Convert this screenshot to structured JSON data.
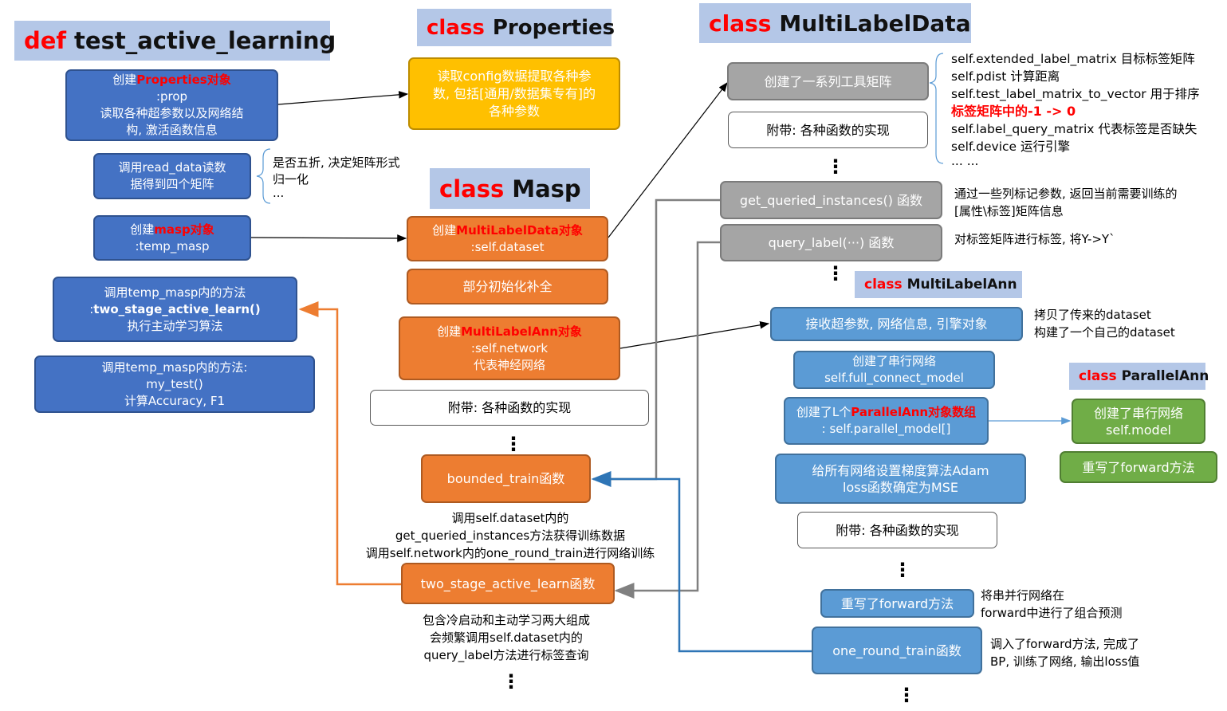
{
  "headers": {
    "test": {
      "kw": "def",
      "name": "test_active_learning"
    },
    "properties": {
      "kw": "class",
      "name": "Properties"
    },
    "masp": {
      "kw": "class",
      "name": "Masp"
    },
    "multilabeldata": {
      "kw": "class",
      "name": "MultiLabelData"
    },
    "multilabelann": {
      "kw": "class",
      "name": "MultiLabelAnn"
    },
    "parallelann": {
      "kw": "class",
      "name": "ParallelAnn"
    }
  },
  "left": {
    "create_prop": {
      "pre": "创建",
      "red": "Properties对象",
      "l2": ":prop",
      "l3": "读取各种超参数以及网络结",
      "l4": "构, 激活函数信息"
    },
    "read_data": {
      "l1": "调用read_data读数",
      "l2": "据得到四个矩阵"
    },
    "read_note": {
      "l1": "是否五折, 决定矩阵形式",
      "l2": "归一化",
      "l3": "..."
    },
    "create_masp": {
      "pre": "创建",
      "red": "masp对象",
      "l2": ":temp_masp"
    },
    "call_two_stage": {
      "l1": "调用temp_masp内的方法",
      "l2a": ":",
      "l2b": "two_stage_active_learn()",
      "l3": "执行主动学习算法"
    },
    "call_test": {
      "l1": "调用temp_masp内的方法:",
      "l2": "my_test()",
      "l3": "计算Accuracy, F1"
    }
  },
  "properties_box": {
    "l1": "读取config数据提取各种参",
    "l2": "数, 包括[通用/数据集专有]的",
    "l3": "各种参数"
  },
  "masp": {
    "create_mld": {
      "pre": "创建",
      "red": "MultiLabelData对象",
      "l2": ":self.dataset"
    },
    "partial_init": "部分初始化补全",
    "create_mla": {
      "pre": "创建",
      "red": "MultiLabelAnn对象",
      "l2": ":self.network",
      "l3": "代表神经网络"
    },
    "attach": "附带: 各种函数的实现",
    "dots1": "⋮",
    "bounded": "bounded_train函数",
    "bounded_note": {
      "l1": "调用self.dataset内的",
      "l2": "get_queried_instances方法获得训练数据",
      "l3": "调用self.network内的one_round_train进行网络训练"
    },
    "two_stage": "two_stage_active_learn函数",
    "two_stage_note": {
      "l1": "包含冷启动和主动学习两大组成",
      "l2": "会频繁调用self.dataset内的",
      "l3": "query_label方法进行标签查询"
    },
    "dots2": "⋮"
  },
  "mld": {
    "tools": "创建了一系列工具矩阵",
    "attach": "附带: 各种函数的实现",
    "dots1": "⋮",
    "get_queried": "get_queried_instances() 函数",
    "query_label": "query_label(···) 函数",
    "dots2": "⋮",
    "tools_note": {
      "l1": "self.extended_label_matrix 目标标签矩阵",
      "l2": "self.pdist 计算距离",
      "l3": "self.test_label_matrix_to_vector 用于排序",
      "l4": "标签矩阵中的-1 -> 0",
      "l5": "self.label_query_matrix 代表标签是否缺失",
      "l6": "self.device 运行引擎",
      "l7": "... ..."
    },
    "get_note": {
      "l1": "通过一些列标记参数, 返回当前需要训练的",
      "l2": "[属性\\标签]矩阵信息"
    },
    "query_note": "对标签矩阵进行标签, 将Y->Y`"
  },
  "mla": {
    "receive": "接收超参数, 网络信息, 引擎对象",
    "receive_note": {
      "l1": "拷贝了传来的dataset",
      "l2": "构建了一个自己的dataset"
    },
    "serial": {
      "l1": "创建了串行网络",
      "l2": "self.full_connect_model"
    },
    "parallel": {
      "pre": "创建了L个",
      "red": "ParallelAnn对象数组",
      "l2": ": self.parallel_model[]"
    },
    "adam": {
      "l1": "给所有网络设置梯度算法Adam",
      "l2": "loss函数确定为MSE"
    },
    "attach": "附带: 各种函数的实现",
    "dots": "⋮",
    "forward": "重写了forward方法",
    "forward_note": {
      "l1": "将串并行网络在",
      "l2": "forward中进行了组合预测"
    },
    "one_round": "one_round_train函数",
    "one_round_note": {
      "l1": "调入了forward方法, 完成了",
      "l2": "BP, 训练了网络, 输出loss值"
    },
    "dots2": "⋮"
  },
  "pa": {
    "serial": {
      "l1": "创建了串行网络",
      "l2": "self.model"
    },
    "forward": "重写了forward方法"
  },
  "colors": {
    "blue": "#4472c4",
    "light_blue": "#5b9bd5",
    "orange": "#ed7d31",
    "gray": "#a5a5a5",
    "green": "#70ad47",
    "yellow": "#ffc000",
    "header": "#b4c7e7",
    "red": "#ff0000"
  }
}
